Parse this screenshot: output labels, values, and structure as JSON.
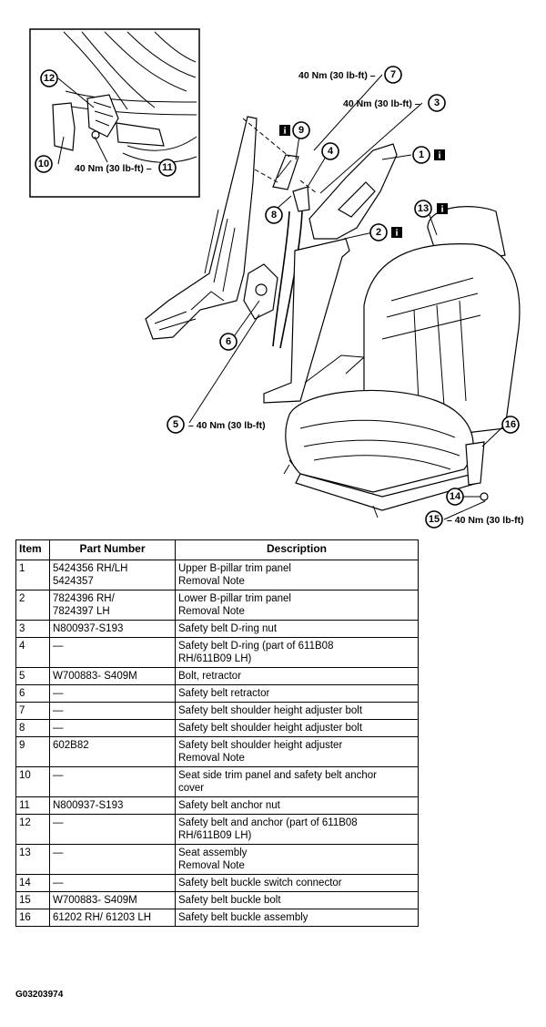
{
  "diagram": {
    "callouts": [
      {
        "num": "1",
        "info": true,
        "torque": ""
      },
      {
        "num": "2",
        "info": true,
        "torque": ""
      },
      {
        "num": "3",
        "info": false,
        "torque": "40 Nm (30 lb-ft)"
      },
      {
        "num": "4",
        "info": false,
        "torque": ""
      },
      {
        "num": "5",
        "info": false,
        "torque": "40 Nm (30 lb-ft)"
      },
      {
        "num": "6",
        "info": false,
        "torque": ""
      },
      {
        "num": "7",
        "info": false,
        "torque": "40 Nm (30 lb-ft)"
      },
      {
        "num": "8",
        "info": false,
        "torque": ""
      },
      {
        "num": "9",
        "info": true,
        "torque": ""
      },
      {
        "num": "10",
        "info": false,
        "torque": ""
      },
      {
        "num": "11",
        "info": false,
        "torque": "40 Nm (30 lb-ft)"
      },
      {
        "num": "12",
        "info": false,
        "torque": ""
      },
      {
        "num": "13",
        "info": true,
        "torque": ""
      },
      {
        "num": "14",
        "info": false,
        "torque": ""
      },
      {
        "num": "15",
        "info": false,
        "torque": "40 Nm (30 lb-ft)"
      },
      {
        "num": "16",
        "info": false,
        "torque": ""
      }
    ],
    "info_glyph": "i"
  },
  "table": {
    "headers": {
      "item": "Item",
      "part": "Part Number",
      "desc": "Description"
    },
    "rows": [
      {
        "item": "1",
        "part": "5424356 RH/LH\n5424357",
        "desc": "Upper B-pillar trim panel\nRemoval Note"
      },
      {
        "item": "2",
        "part": "7824396 RH/\n7824397 LH",
        "desc": "Lower B-pillar trim panel\nRemoval Note"
      },
      {
        "item": "3",
        "part": "N800937-S193",
        "desc": "Safety belt D-ring nut"
      },
      {
        "item": "4",
        "part": "—",
        "desc": "Safety belt D-ring (part of 611B08\nRH/611B09 LH)"
      },
      {
        "item": "5",
        "part": "W700883- S409M",
        "desc": "Bolt, retractor"
      },
      {
        "item": "6",
        "part": "—",
        "desc": "Safety belt retractor"
      },
      {
        "item": "7",
        "part": "—",
        "desc": "Safety belt shoulder height adjuster bolt"
      },
      {
        "item": "8",
        "part": "—",
        "desc": "Safety belt shoulder height adjuster bolt"
      },
      {
        "item": "9",
        "part": "602B82",
        "desc": "Safety belt shoulder height adjuster\nRemoval Note"
      },
      {
        "item": "10",
        "part": "—",
        "desc": "Seat side trim panel and safety belt anchor\ncover"
      },
      {
        "item": "11",
        "part": "N800937-S193",
        "desc": "Safety belt anchor nut"
      },
      {
        "item": "12",
        "part": "—",
        "desc": "Safety belt and anchor (part of 611B08\nRH/611B09 LH)"
      },
      {
        "item": "13",
        "part": "—",
        "desc": "Seat assembly\nRemoval Note"
      },
      {
        "item": "14",
        "part": "—",
        "desc": "Safety belt buckle switch connector"
      },
      {
        "item": "15",
        "part": "W700883- S409M",
        "desc": "Safety belt buckle bolt"
      },
      {
        "item": "16",
        "part": "61202 RH/ 61203 LH",
        "desc": "Safety belt buckle assembly"
      }
    ]
  },
  "figure_code": "G03203974"
}
